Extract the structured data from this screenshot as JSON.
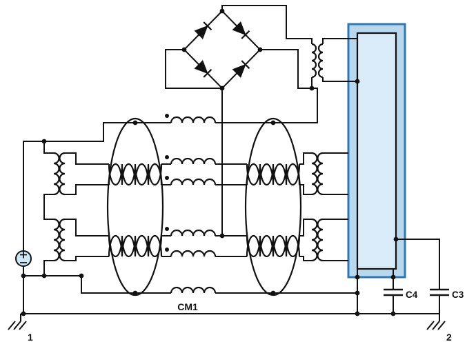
{
  "diagram": {
    "type": "power-converter-schematic",
    "labels": {
      "common_mode_choke": "CM1",
      "capacitor_c4": "C4",
      "capacitor_c3": "C3",
      "ground_left": "1",
      "ground_right": "2"
    },
    "colors": {
      "wire": "#111111",
      "module_fill": "#b9d8ee",
      "module_inner_fill": "#d9ebf8",
      "module_border": "#2e77b5",
      "source_fill": "#cfe8f7",
      "background": "#ffffff"
    },
    "components": [
      "ac-source",
      "input-isolation-transformers",
      "common-mode-choke-cores",
      "diode-bridge-rectifier",
      "output-isolation-transformers",
      "output-module",
      "filter-capacitors",
      "earth-grounds"
    ]
  }
}
